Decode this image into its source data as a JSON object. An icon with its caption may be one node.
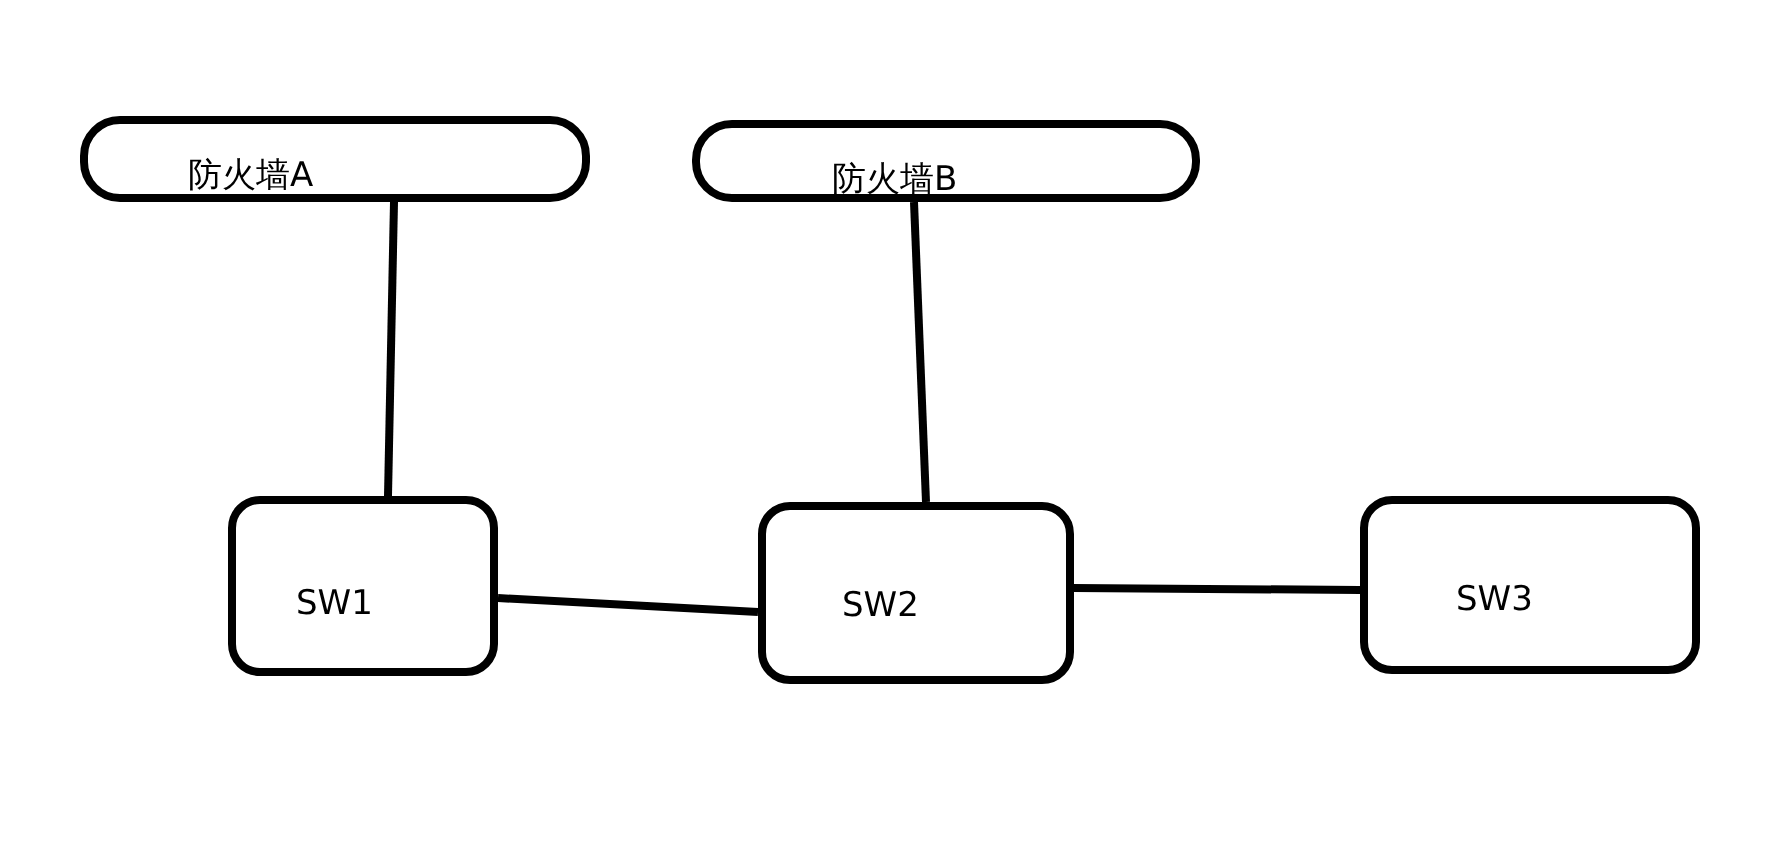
{
  "diagram": {
    "nodes": [
      {
        "text": [
          "防火墙A"
        ]
      },
      {
        "text": [
          "防火墙B"
        ]
      },
      {
        "text": [
          "SW1"
        ]
      },
      {
        "text": [
          "SW2"
        ]
      },
      {
        "text": [
          "SW3"
        ]
      }
    ],
    "edges": [
      {
        "from": 0,
        "to": 2,
        "arrow": "none"
      },
      {
        "from": 1,
        "to": 3,
        "arrow": "none"
      },
      {
        "from": 2,
        "to": 3,
        "arrow": "none"
      },
      {
        "from": 3,
        "to": 4,
        "arrow": "none"
      }
    ]
  }
}
